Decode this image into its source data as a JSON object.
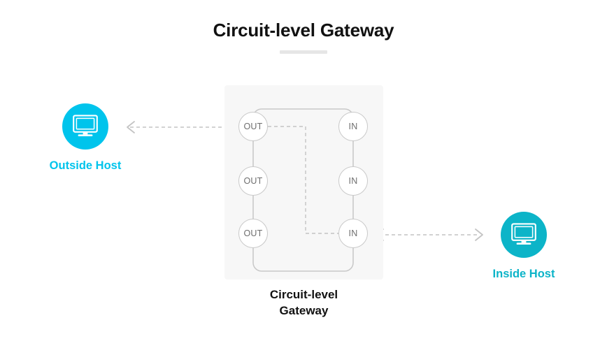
{
  "page": {
    "title": "Circuit-level Gateway",
    "background": "#ffffff"
  },
  "colors": {
    "title_text": "#111111",
    "divider": "#e6e6e6",
    "outside_host_accent": "#00c4ec",
    "inside_host_accent": "#0cb4c8",
    "panel_background": "#f7f7f7",
    "node_border": "#c9c9c9",
    "node_text": "#6e6e6e",
    "connector": "#c4c4c4",
    "ring_stroke": "#c9c9c9"
  },
  "hosts": {
    "outside": {
      "label": "Outside Host",
      "icon": "monitor-icon",
      "accent": "#00c4ec"
    },
    "inside": {
      "label": "Inside Host",
      "icon": "monitor-icon",
      "accent": "#0cb4c8"
    }
  },
  "gateway": {
    "caption_line1": "Circuit-level",
    "caption_line2": "Gateway",
    "out_ports": [
      {
        "label": "OUT"
      },
      {
        "label": "OUT"
      },
      {
        "label": "OUT"
      }
    ],
    "in_ports": [
      {
        "label": "IN"
      },
      {
        "label": "IN"
      },
      {
        "label": "IN"
      }
    ]
  },
  "connections": {
    "outside_link": "bidirectional-dashed-arrow",
    "inside_link": "bidirectional-dashed-arrow",
    "circuit_path": "dashed-path-out1-to-in3"
  }
}
